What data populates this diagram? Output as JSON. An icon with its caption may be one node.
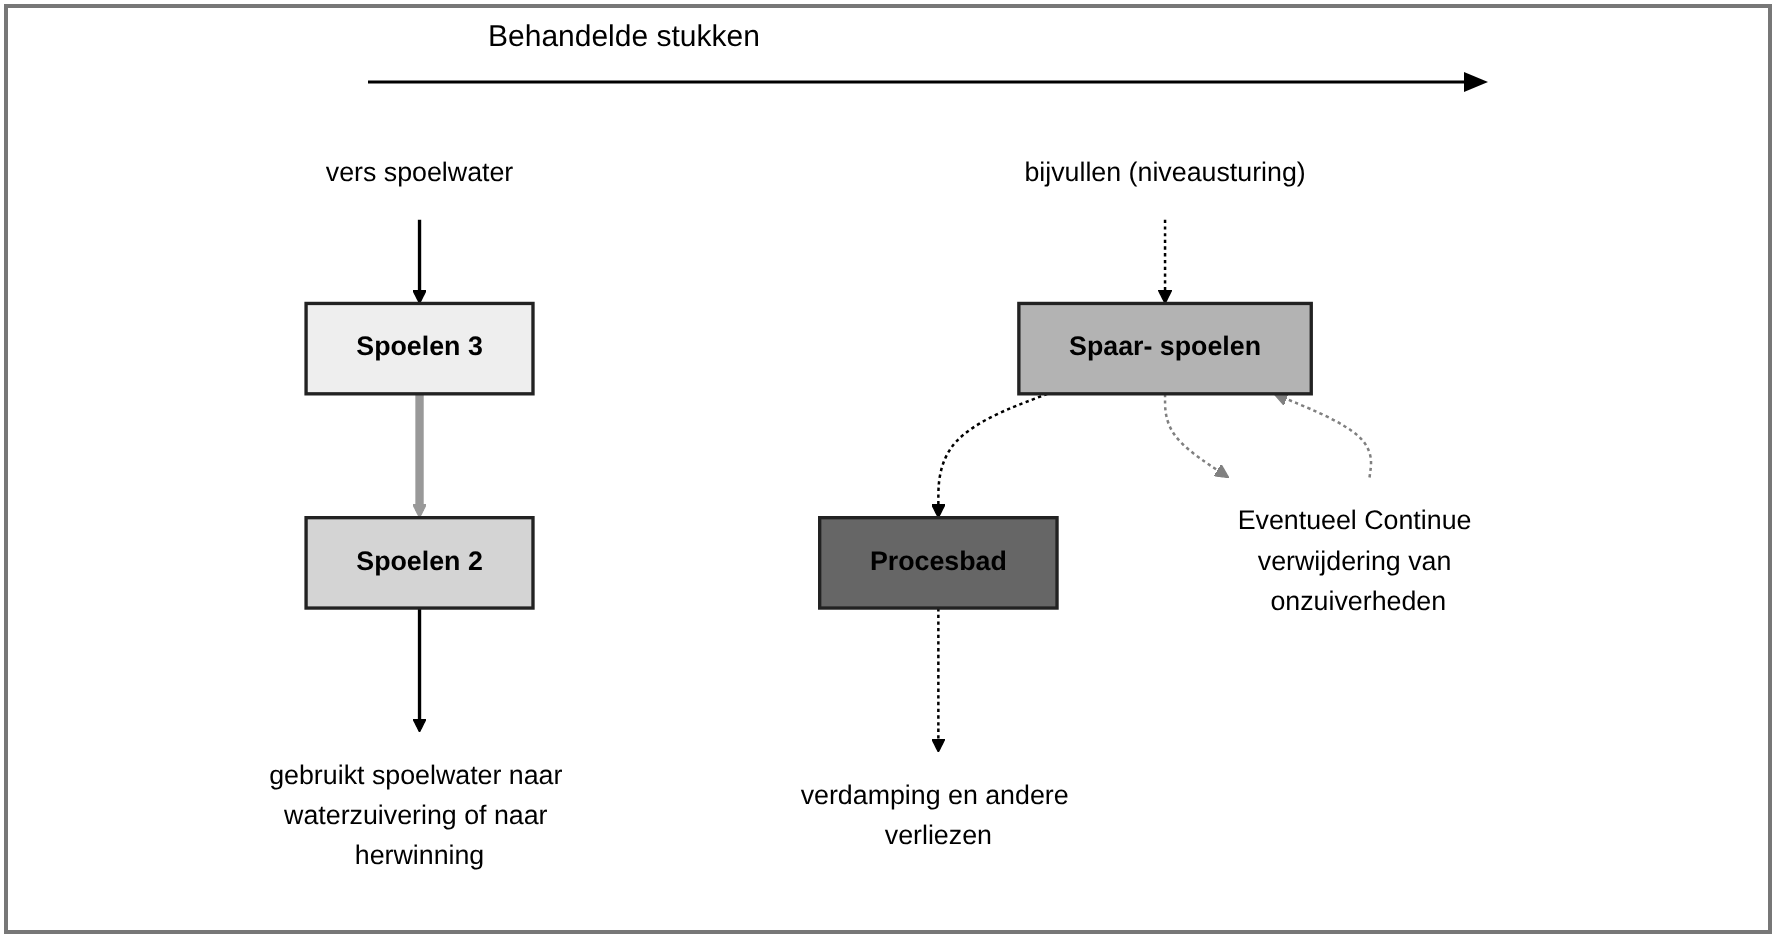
{
  "diagram": {
    "nodes": [
      {
        "text": [
          "verdamping en andere verliezen"
        ]
      },
      {
        "text": [
          "bijvullen (niveausturing)"
        ]
      },
      {
        "text": [
          "vers spoelwater"
        ]
      },
      {
        "text": [
          "Procesbad"
        ]
      },
      {
        "text": [
          "Spaar- spoelen"
        ]
      },
      {
        "text": [
          "Spoelen 2"
        ]
      },
      {
        "text": [
          "Spoelen 3"
        ]
      },
      {
        "text": [
          "Eventueel Continue verwijdering van onzuiverheden"
        ]
      },
      {
        "text": [
          "gebruikt spoelwater naar waterzuivering of naar herwinning"
        ]
      }
    ],
    "edges": [
      {
        "from": 3,
        "to": 0,
        "arrow": "to",
        "style": "dashed"
      },
      {
        "from": 1,
        "to": 4,
        "arrow": "to",
        "style": "dashed"
      },
      {
        "from": 4,
        "to": 3,
        "arrow": "to",
        "style": "dashed"
      },
      {
        "from": 4,
        "to": 7,
        "arrow": "to",
        "style": "dashed",
        "color": "#808080"
      },
      {
        "from": 7,
        "to": 4,
        "arrow": "to",
        "style": "dashed",
        "color": "#808080"
      },
      {
        "from": 2,
        "to": 6,
        "arrow": "to"
      },
      {
        "from": 6,
        "to": 5,
        "arrow": "to",
        "style": "thick",
        "color": "#999999"
      },
      {
        "from": 5,
        "to": 8,
        "arrow": "to"
      }
    ],
    "labels": [
      "Behandelde stukken"
    ]
  }
}
